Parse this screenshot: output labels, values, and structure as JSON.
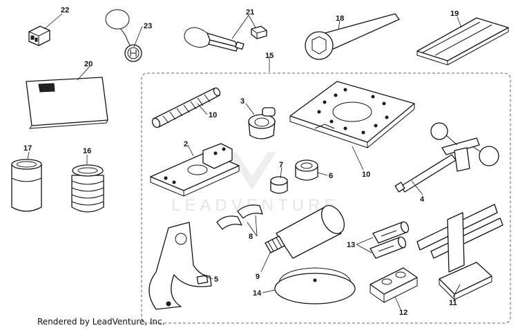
{
  "watermark": "LEADVENTURE",
  "footer": "Rendered by LeadVenture, Inc.",
  "callouts": {
    "c2": "2",
    "c3": "3",
    "c4": "4",
    "c5": "5",
    "c6": "6",
    "c7": "7",
    "c8": "8",
    "c9": "9",
    "c10a": "10",
    "c10b": "10",
    "c11": "11",
    "c12": "12",
    "c13": "13",
    "c14": "14",
    "c15": "15",
    "c16": "16",
    "c17": "17",
    "c18": "18",
    "c19": "19",
    "c20": "20",
    "c21": "21",
    "c22": "22",
    "c23": "23"
  }
}
